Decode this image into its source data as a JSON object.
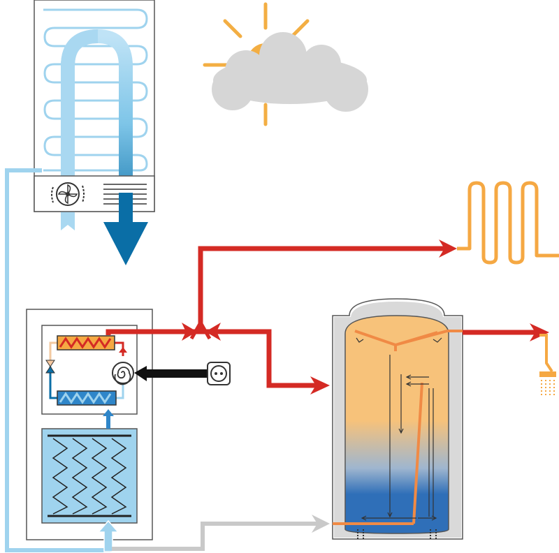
{
  "title": "",
  "colors": {
    "hot": "#d42a24",
    "warm_coil": "#f5a843",
    "tank_top": "#f7c27a",
    "tank_bottom": "#2f6fb8",
    "cold_dark": "#0a6ea6",
    "cold_light": "#9fd3ee",
    "return_grey": "#c9c9c9",
    "cloud": "#d6d6d6",
    "sun": "#f3ae43",
    "outline": "#3a3a3a"
  },
  "icons": {
    "sun": "sun-icon",
    "cloud": "cloud-icon",
    "fan": "fan-icon",
    "socket": "power-socket-icon",
    "compressor": "compressor-icon",
    "expansion_valve": "expansion-valve-icon",
    "radiator": "radiator-icon",
    "shower": "shower-icon"
  },
  "components": [
    "outdoor-air-unit",
    "heat-pump-unit",
    "condenser",
    "evaporator",
    "ground-heat-exchanger",
    "hot-water-storage-tank",
    "heating-circuit",
    "domestic-hot-water-outlet"
  ]
}
